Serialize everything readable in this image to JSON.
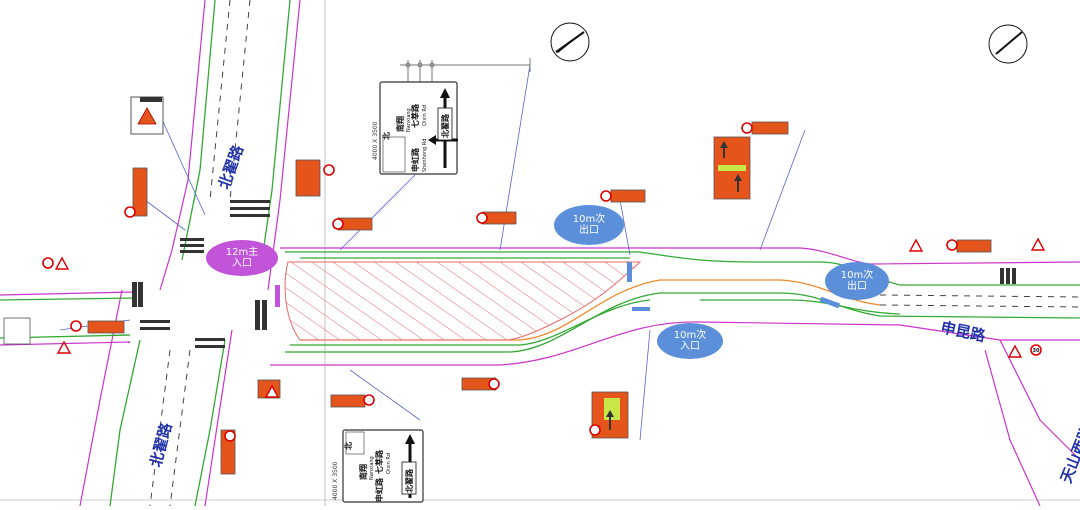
{
  "roads": {
    "beizhai_top": "北翟路",
    "beizhai_bottom": "北翟路",
    "shenkun": "申昆路",
    "tianshan_west": "天山西路"
  },
  "callouts": {
    "main_entrance": "12m主\n入口",
    "secondary_exit_1": "10m次\n出口",
    "secondary_exit_2": "10m次\n出口",
    "secondary_entrance": "10m次\n入口"
  },
  "guide_signs": {
    "top": {
      "dimension": "4000 X 3500",
      "north": "北",
      "qixin": "七莘路",
      "qixin_en": "Qixin Rd",
      "nanhuan": "南翔",
      "nanhuan_en": "Nanxiang",
      "shenhong": "申虹路",
      "shenhong_en": "Shenhong Rd",
      "beizhai": "北翟路"
    },
    "bottom": {
      "dimension": "4000 X 3500",
      "north": "北",
      "qixin": "七莘路",
      "qixin_en": "Qixin Rd",
      "nanhuan": "南翔",
      "nanhuan_en": "Nanxiang",
      "shenhong": "申虹路",
      "beizhai": "北翟路"
    }
  },
  "speed_limit": "30",
  "colors": {
    "road_edge": "#cc33cc",
    "lane_green": "#33aa33",
    "hatch_red": "#e86a6a",
    "callout_blue": "#5b8fd9",
    "callout_purple": "#c154d8",
    "sign_orange": "#e5541b",
    "road_label": "#2233aa"
  }
}
